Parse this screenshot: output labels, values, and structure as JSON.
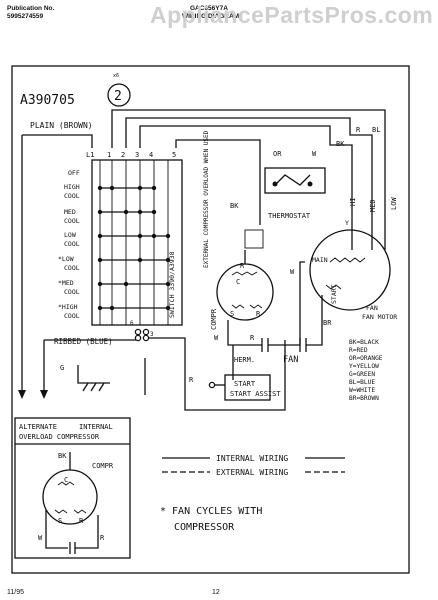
{
  "header": {
    "publication_label": "Publication No.",
    "publication_no": "5995274559",
    "model": "GAC056Y7A",
    "diagram_title": "WIRING DIAGRAM"
  },
  "watermark": "AppliancePartsPros.com",
  "diagram": {
    "part_number": "A390705",
    "circle_num": "2",
    "small_mark": "x6",
    "plain_wire": "PLAIN (BROWN)",
    "ribbed_wire": "RIBBED (BLUE)",
    "terminals": [
      "L1",
      "1",
      "2",
      "3",
      "4",
      "5"
    ],
    "switch_positions": [
      "OFF",
      "HIGH",
      "COOL",
      "MED",
      "COOL",
      "LOW",
      "COOL",
      "*LOW",
      "COOL",
      "*MED",
      "COOL",
      "*HIGH",
      "COOL"
    ],
    "switch_label": "SWITCH 3390/A3938",
    "terminal_6": "6",
    "terminal_pair": "3",
    "overload_label": "EXTERNAL COMPRESSOR OVERLOAD WHEN USED",
    "bk": "BK",
    "r": "R",
    "w": "W",
    "or": "OR",
    "bl": "BL",
    "hi": "HI",
    "med": "MED",
    "low": "LOW",
    "br": "BR",
    "y": "Y",
    "g": "G",
    "c": "C",
    "s": "S",
    "thermostat": "THERMOSTAT",
    "compressor": "COMPR",
    "main": "MAIN",
    "start": "START",
    "fan_motor": "FAN MOTOR",
    "herm": "HERM.",
    "fan": "FAN",
    "start_assist": "START ASSIST",
    "color_key": [
      "BK=BLACK",
      "R=RED",
      "OR=ORANGE",
      "Y=YELLOW",
      "G=GREEN",
      "BL=BLUE",
      "W=WHITE",
      "BR=BROWN"
    ]
  },
  "inset": {
    "title_left": "ALTERNATE",
    "title_right": "INTERNAL",
    "title_line2": "OVERLOAD COMPRESSOR",
    "compr": "COMPR",
    "bk": "BK",
    "c": "C",
    "s": "S",
    "r": "R",
    "w": "W",
    "r2": "R"
  },
  "legend": {
    "internal": "INTERNAL WIRING",
    "external": "EXTERNAL WIRING",
    "note_line1": "* FAN CYCLES WITH",
    "note_line2": "COMPRESSOR"
  },
  "footer": {
    "date": "11/95",
    "page": "12"
  }
}
